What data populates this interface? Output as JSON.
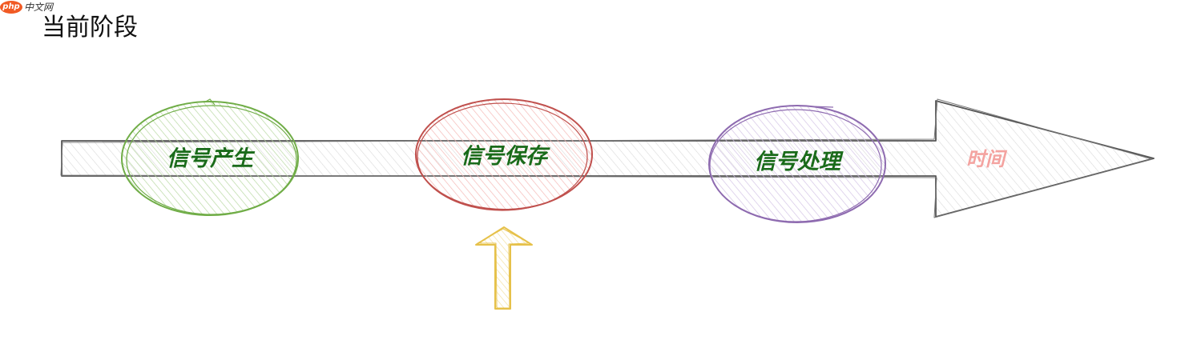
{
  "watermark": {
    "badge": "php",
    "text": "中文网"
  },
  "title": "当前阶段",
  "timeline": {
    "axis_label": "时间",
    "stages": [
      {
        "label": "信号产生",
        "color": "#70ad47",
        "fill": "#e2f0d9"
      },
      {
        "label": "信号保存",
        "color": "#c0504d",
        "fill": "#fbe0df"
      },
      {
        "label": "信号处理",
        "color": "#8e6bb0",
        "fill": "#ebe3f3"
      }
    ],
    "current_stage_index": 1,
    "marker_color": "#e6c14a"
  }
}
